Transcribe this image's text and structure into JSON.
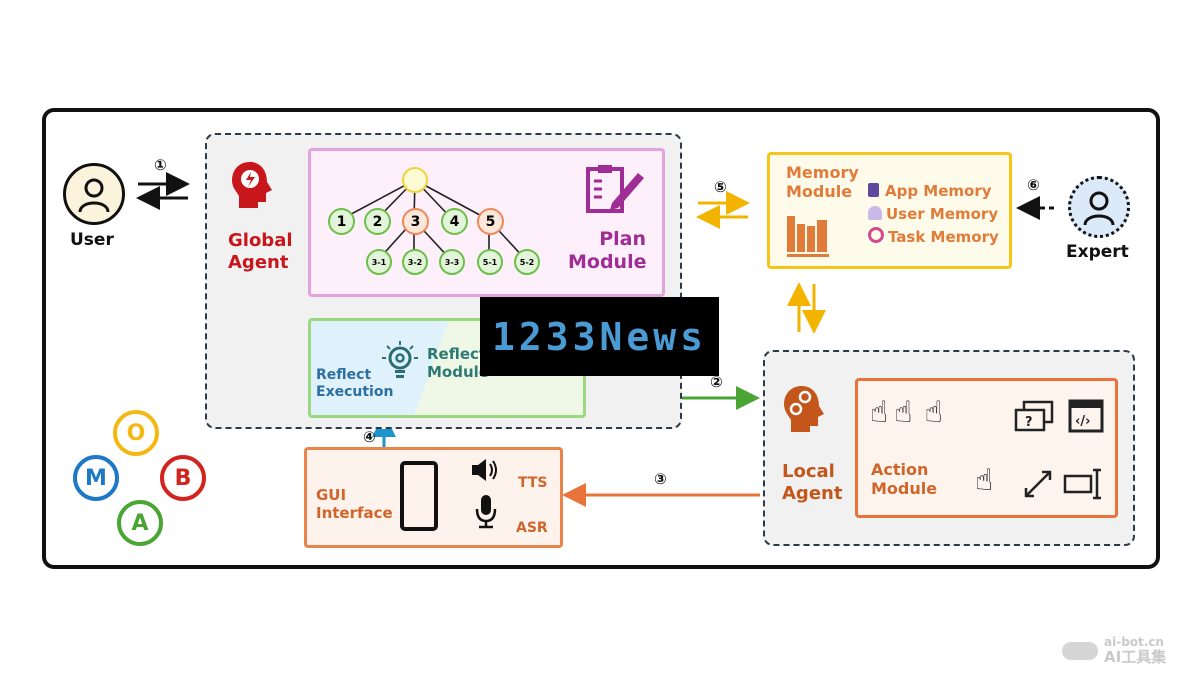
{
  "user": {
    "label": "User"
  },
  "expert": {
    "label": "Expert"
  },
  "global_agent": {
    "label_line1": "Global",
    "label_line2": "Agent"
  },
  "plan_module": {
    "label_line1": "Plan",
    "label_line2": "Module",
    "root": "",
    "nodes": [
      "1",
      "2",
      "3",
      "4",
      "5"
    ],
    "subnodes": [
      "3-1",
      "3-2",
      "3-3",
      "5-1",
      "5-2"
    ]
  },
  "reflect_module": {
    "label_line1": "Reflect",
    "label_line2": "Module",
    "execution_line1": "Reflect",
    "execution_line2": "Execution"
  },
  "memory_module": {
    "label_line1": "Memory",
    "label_line2": "Module",
    "items": [
      "App Memory",
      "User Memory",
      "Task Memory"
    ]
  },
  "local_agent": {
    "label_line1": "Local",
    "label_line2": "Agent"
  },
  "action_module": {
    "label_line1": "Action",
    "label_line2": "Module"
  },
  "gui_interface": {
    "label_line1": "GUI",
    "label_line2": "Interface",
    "tts": "TTS",
    "asr": "ASR"
  },
  "steps": [
    "①",
    "②",
    "③",
    "④",
    "⑤",
    "⑥"
  ],
  "logo": {
    "letters": [
      "O",
      "M",
      "B",
      "A"
    ]
  },
  "banner": "1233News",
  "watermark": {
    "line1": "ai-bot.cn",
    "line2": "AI工具集"
  },
  "colors": {
    "global": "#c8161d",
    "plan": "#a02d96",
    "memory": "#e07b39",
    "local": "#c4561b",
    "reflect_text": "#2c7a99"
  }
}
